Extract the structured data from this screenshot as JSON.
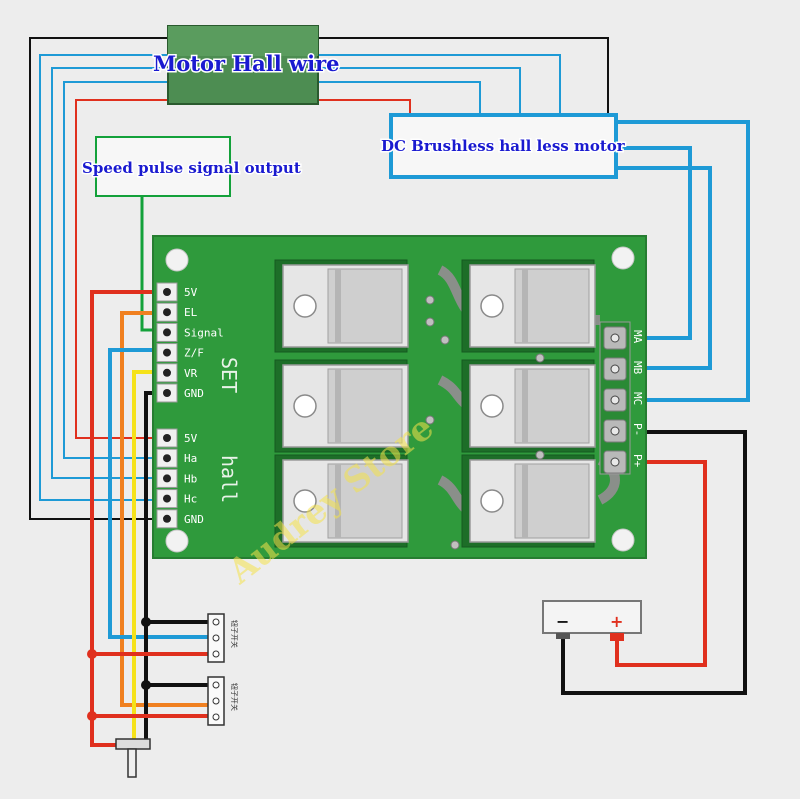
{
  "labels": {
    "motor_hall": "Motor Hall wire",
    "speed_pulse": "Speed pulse signal output",
    "dc_motor": "DC Brushless hall less motor"
  },
  "set_header": {
    "title": "SET",
    "pins": [
      "5V",
      "EL",
      "Signal",
      "Z/F",
      "VR",
      "GND"
    ]
  },
  "hall_header": {
    "title": "hall",
    "pins": [
      "5V",
      "Ha",
      "Hb",
      "Hc",
      "GND"
    ]
  },
  "motor_terminals": [
    "MA",
    "MB",
    "MC",
    "P-",
    "P+"
  ],
  "battery": {
    "minus": "−",
    "plus": "+"
  },
  "switch_label": "钮子开关",
  "watermark": "Audrey Store",
  "colors": {
    "board": "#2f9a3c",
    "wire_red": "#e0301e",
    "wire_blue": "#1e9ad6",
    "wire_black": "#111111",
    "wire_orange": "#f08020",
    "wire_yellow": "#f5e21a",
    "wire_green": "#13a13a",
    "label_blue": "#1a1ad0"
  }
}
